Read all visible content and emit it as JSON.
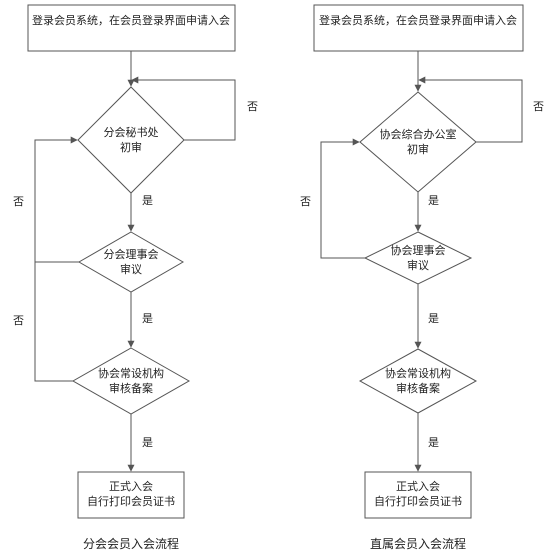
{
  "colors": {
    "stroke": "#555555",
    "text": "#222222",
    "background": "#ffffff"
  },
  "left_flow": {
    "caption": "分会会员入会流程",
    "start": "登录会员系统，在会员登录界面申请入会",
    "review1": [
      "分会秘书处",
      "初审"
    ],
    "review2": [
      "分会理事会",
      "审议"
    ],
    "review3": [
      "协会常设机构",
      "审核备案"
    ],
    "end": [
      "正式入会",
      "自行打印会员证书"
    ],
    "yes": "是",
    "no": "否"
  },
  "right_flow": {
    "caption": "直属会员入会流程",
    "start": "登录会员系统，在会员登录界面申请入会",
    "review1": [
      "协会综合办公室",
      "初审"
    ],
    "review2": [
      "协会理事会",
      "审议"
    ],
    "review3": [
      "协会常设机构",
      "审核备案"
    ],
    "end": [
      "正式入会",
      "自行打印会员证书"
    ],
    "yes": "是",
    "no": "否"
  }
}
